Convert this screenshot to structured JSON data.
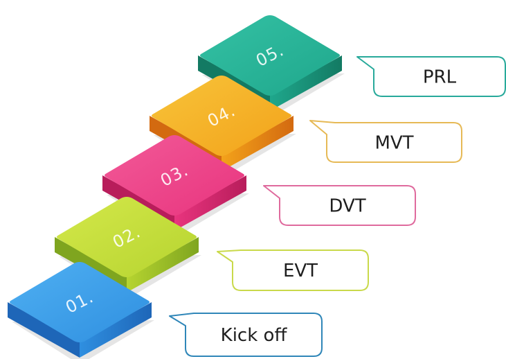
{
  "steps": [
    {
      "number": "01.",
      "label": "Kick off",
      "color": "#2f8fe0",
      "color_light": "#4fb0f2",
      "color_dark": "#1e66b8",
      "border": "#2f86b8"
    },
    {
      "number": "02.",
      "label": "EVT",
      "color": "#b6d430",
      "color_light": "#d4e84a",
      "color_dark": "#7fa51f",
      "border": "#c9d94a"
    },
    {
      "number": "03.",
      "label": "DVT",
      "color": "#e8347e",
      "color_light": "#f25a98",
      "color_dark": "#b81d5b",
      "border": "#df6a9d"
    },
    {
      "number": "04.",
      "label": "MVT",
      "color": "#f3a21a",
      "color_light": "#f7c43a",
      "color_dark": "#d36a10",
      "border": "#e6b955"
    },
    {
      "number": "05.",
      "label": "PRL",
      "color": "#1fa78c",
      "color_light": "#34c1a4",
      "color_dark": "#137a63",
      "border": "#27a99a"
    }
  ]
}
